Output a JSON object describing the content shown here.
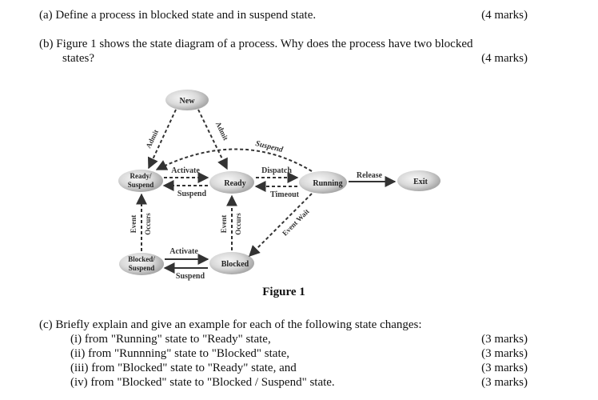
{
  "questions": {
    "a": {
      "text": "(a)  Define a process in blocked state and in suspend state.",
      "marks": "(4 marks)"
    },
    "b": {
      "line1": "(b)  Figure 1 shows the state diagram of a process.  Why does the process have two blocked",
      "line2": "states?",
      "marks": "(4 marks)"
    },
    "c": {
      "intro": "(c) Briefly explain and give an example for each of the following state changes:",
      "items": [
        {
          "text": "(i)   from \"Running\" state to \"Ready\" state,",
          "marks": "(3 marks)"
        },
        {
          "text": "(ii)  from \"Runnning\" state to \"Blocked\" state,",
          "marks": "(3 marks)"
        },
        {
          "text": "(iii) from \"Blocked\" state to \"Ready\" state, and",
          "marks": "(3 marks)"
        },
        {
          "text": "(iv) from \"Blocked\" state to \"Blocked / Suspend\" state.",
          "marks": "(3 marks)"
        }
      ]
    }
  },
  "figure": {
    "caption": "Figure 1",
    "states": {
      "new": "New",
      "ready_suspend_1": "Ready/",
      "ready_suspend_2": "Suspend",
      "ready": "Ready",
      "running": "Running",
      "exit": "Exit",
      "blocked_suspend_1": "Blocked/",
      "blocked_suspend_2": "Suspend",
      "blocked": "Blocked"
    },
    "transitions": {
      "admit_left": "Admit",
      "admit_right": "Admit",
      "suspend_top": "Suspend",
      "activate_top": "Activate",
      "suspend_mid": "Suspend",
      "dispatch": "Dispatch",
      "timeout": "Timeout",
      "release": "Release",
      "event_wait": "Event Wait",
      "event_occurs_left_1": "Event",
      "event_occurs_left_2": "Occurs",
      "event_occurs_mid_1": "Event",
      "event_occurs_mid_2": "Occurs",
      "activate_bottom": "Activate",
      "suspend_bottom": "Suspend"
    }
  }
}
